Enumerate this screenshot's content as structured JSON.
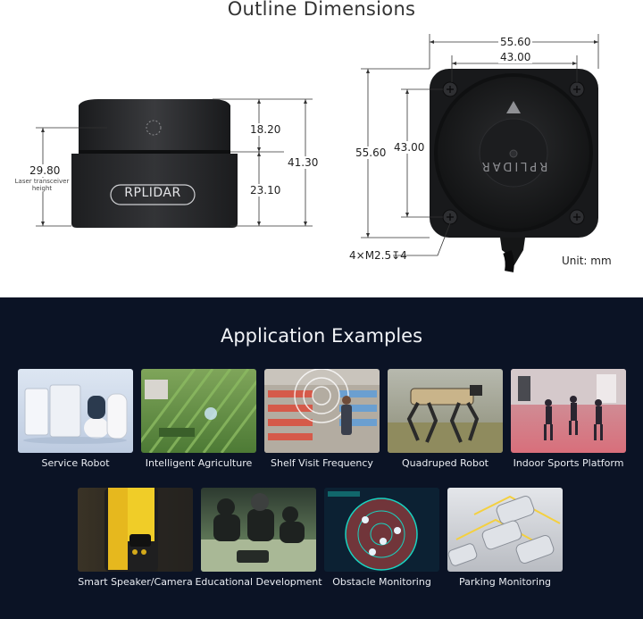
{
  "dimensions": {
    "title": "Outline Dimensions",
    "top_width_outer": "55.60",
    "top_width_inner": "43.00",
    "height_outer": "55.60",
    "height_inner": "43.00",
    "cap_height": "18.20",
    "body_height": "23.10",
    "total_height": "41.30",
    "laser_height": "29.80",
    "laser_label": "Laser transceiver height",
    "screw_spec": "4×M2.5↧4",
    "unit": "Unit: mm",
    "brand_side": "RPLIDAR",
    "brand_top": "RPLIDAR"
  },
  "applications": {
    "title": "Application Examples",
    "items": [
      {
        "label": "Service Robot"
      },
      {
        "label": "Intelligent Agriculture"
      },
      {
        "label": "Shelf Visit Frequency"
      },
      {
        "label": "Quadruped Robot"
      },
      {
        "label": "Indoor Sports Platform"
      },
      {
        "label": "Smart Speaker/Camera"
      },
      {
        "label": "Educational Development"
      },
      {
        "label": "Obstacle Monitoring"
      },
      {
        "label": "Parking Monitoring"
      }
    ]
  }
}
